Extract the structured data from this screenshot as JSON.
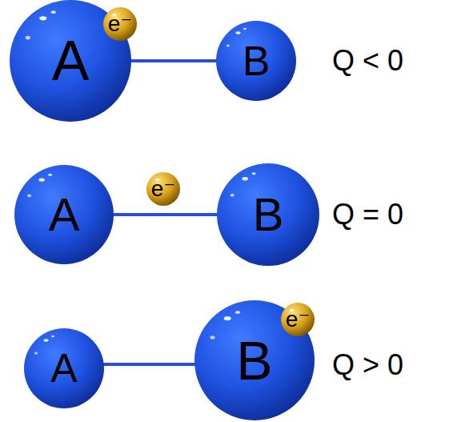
{
  "diagram": {
    "nodes": [
      {
        "text": [
          "A"
        ]
      },
      {
        "text": [
          "e⁻"
        ],
        "in": 0
      },
      {
        "text": [
          "B"
        ]
      },
      {
        "text": [
          "A"
        ]
      },
      {
        "text": [
          "e⁻"
        ]
      },
      {
        "text": [
          "B"
        ]
      },
      {
        "text": [
          "A"
        ]
      },
      {
        "text": [
          "B"
        ]
      },
      {
        "text": [
          "e⁻"
        ],
        "in": 7
      }
    ],
    "edges": [
      {
        "from": 0,
        "to": 2,
        "arrow": "none"
      },
      {
        "from": 3,
        "to": 5,
        "arrow": "none"
      },
      {
        "from": 6,
        "to": 7,
        "arrow": "none"
      }
    ],
    "labels": [
      "Q < 0",
      "Q = 0",
      "Q > 0"
    ]
  }
}
